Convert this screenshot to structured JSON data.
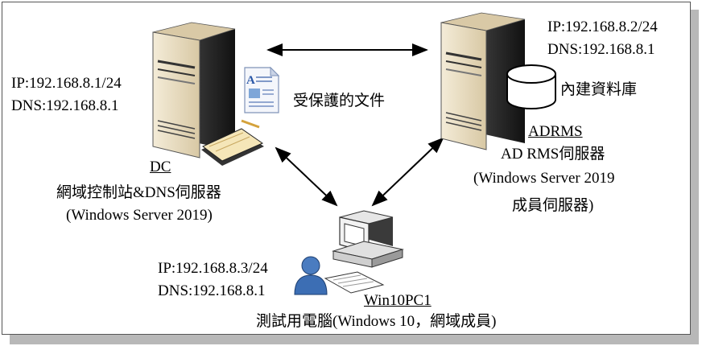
{
  "dc": {
    "ip": "IP:192.168.8.1/24",
    "dns": "DNS:192.168.8.1",
    "name": "DC",
    "role": "網域控制站&DNS伺服器",
    "os": "(Windows  Server 2019)"
  },
  "adrms": {
    "ip": "IP:192.168.8.2/24",
    "dns": "DNS:192.168.8.1",
    "name": "ADRMS",
    "role": "AD RMS伺服器",
    "os": "(Windows  Server 2019",
    "member": "成員伺服器)",
    "db_label": "內建資料庫"
  },
  "doc_label": "受保護的文件",
  "client": {
    "ip": "IP:192.168.8.3/24",
    "dns": "DNS:192.168.8.1",
    "name": "Win10PC1",
    "desc": "測試用電腦(Windows 10，網域成員)"
  },
  "colors": {
    "server_body": "#e8dcc0",
    "server_dark": "#2b2b2b",
    "frame_shadow": "#b8b8b8",
    "user_blue": "#3c6eb4"
  }
}
